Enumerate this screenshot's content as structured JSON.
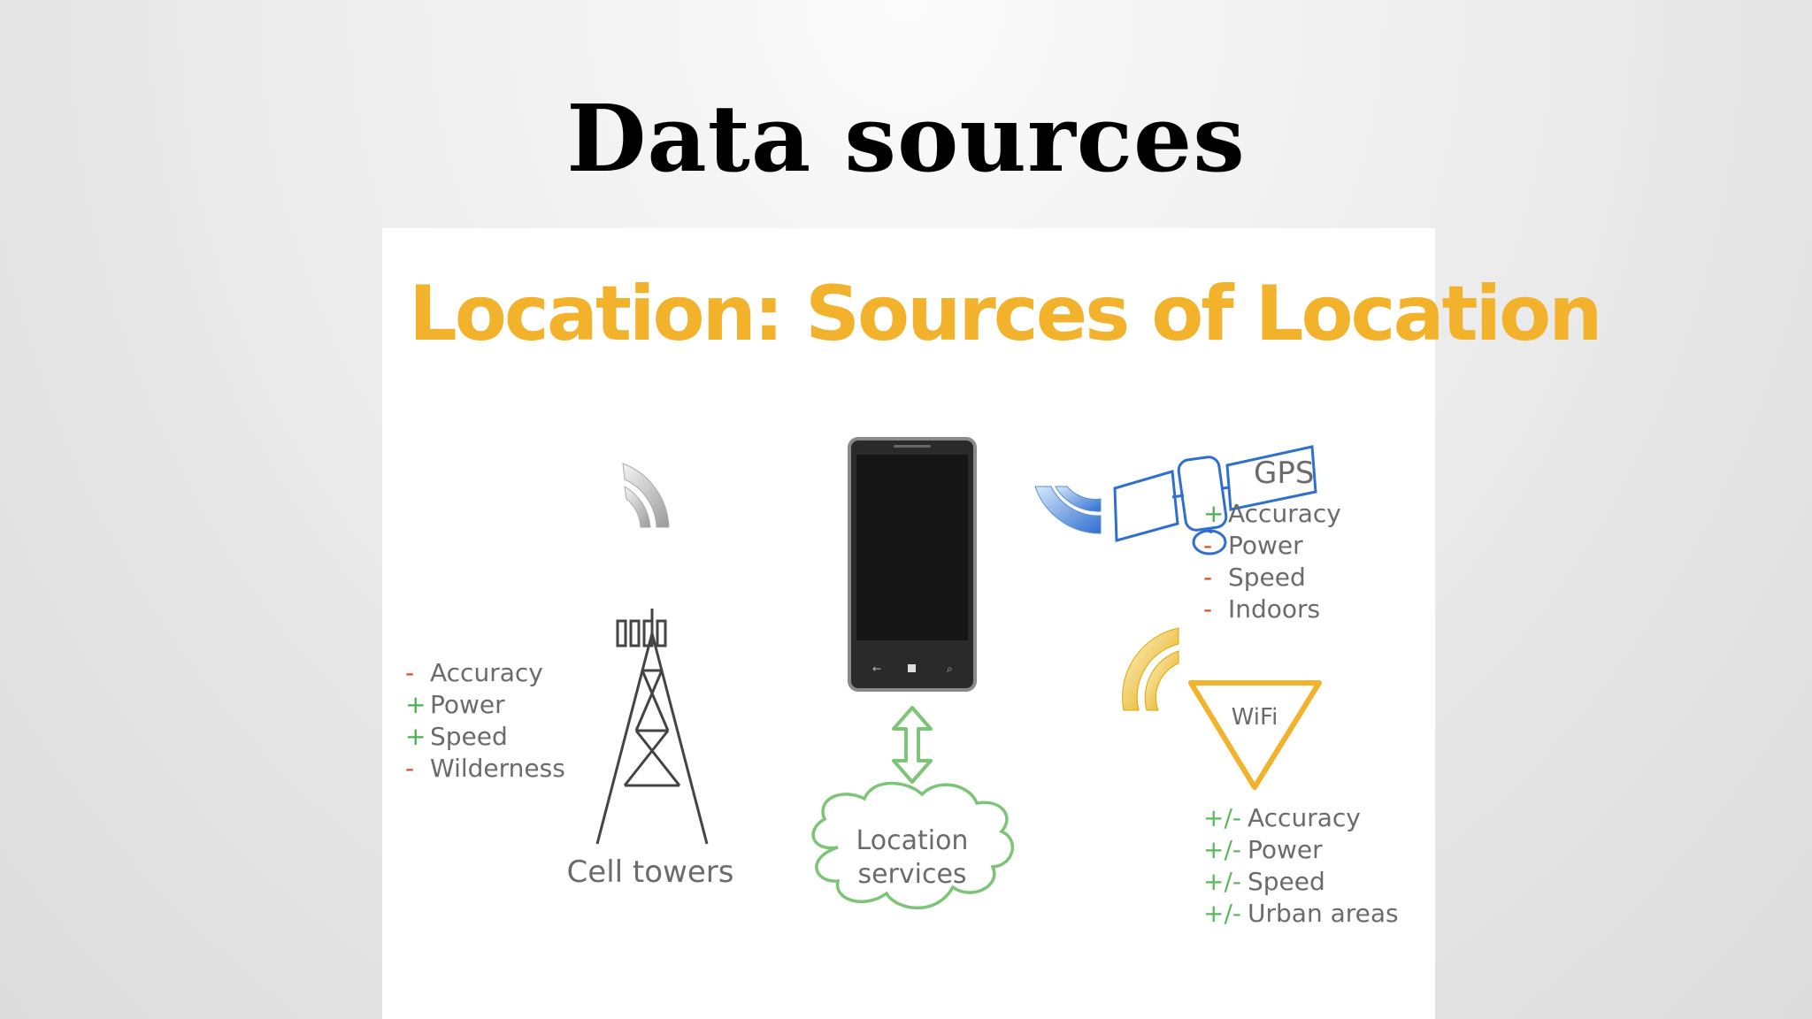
{
  "slide": {
    "title": "Data sources"
  },
  "panel": {
    "title": "Location: Sources of Location"
  },
  "cell": {
    "label": "Cell towers",
    "items": [
      {
        "sign": "-",
        "text": "Accuracy"
      },
      {
        "sign": "+",
        "text": "Power"
      },
      {
        "sign": "+",
        "text": "Speed"
      },
      {
        "sign": "-",
        "text": "Wilderness"
      }
    ]
  },
  "gps": {
    "label": "GPS",
    "items": [
      {
        "sign": "+",
        "text": "Accuracy"
      },
      {
        "sign": "-",
        "text": "Power"
      },
      {
        "sign": "-",
        "text": "Speed"
      },
      {
        "sign": "-",
        "text": "Indoors"
      }
    ]
  },
  "wifi": {
    "label": "WiFi",
    "items": [
      {
        "sign": "+/-",
        "text": "Accuracy"
      },
      {
        "sign": "+/-",
        "text": "Power"
      },
      {
        "sign": "+/-",
        "text": "Speed"
      },
      {
        "sign": "+/-",
        "text": "Urban areas"
      }
    ]
  },
  "services": {
    "line1": "Location",
    "line2": "services"
  },
  "colors": {
    "title": "#f2b22c",
    "plus": "#4caf50",
    "minus": "#e64a19",
    "cloud": "#7cc576",
    "gps": "#2f6fcf",
    "wifi": "#f2b22c"
  }
}
